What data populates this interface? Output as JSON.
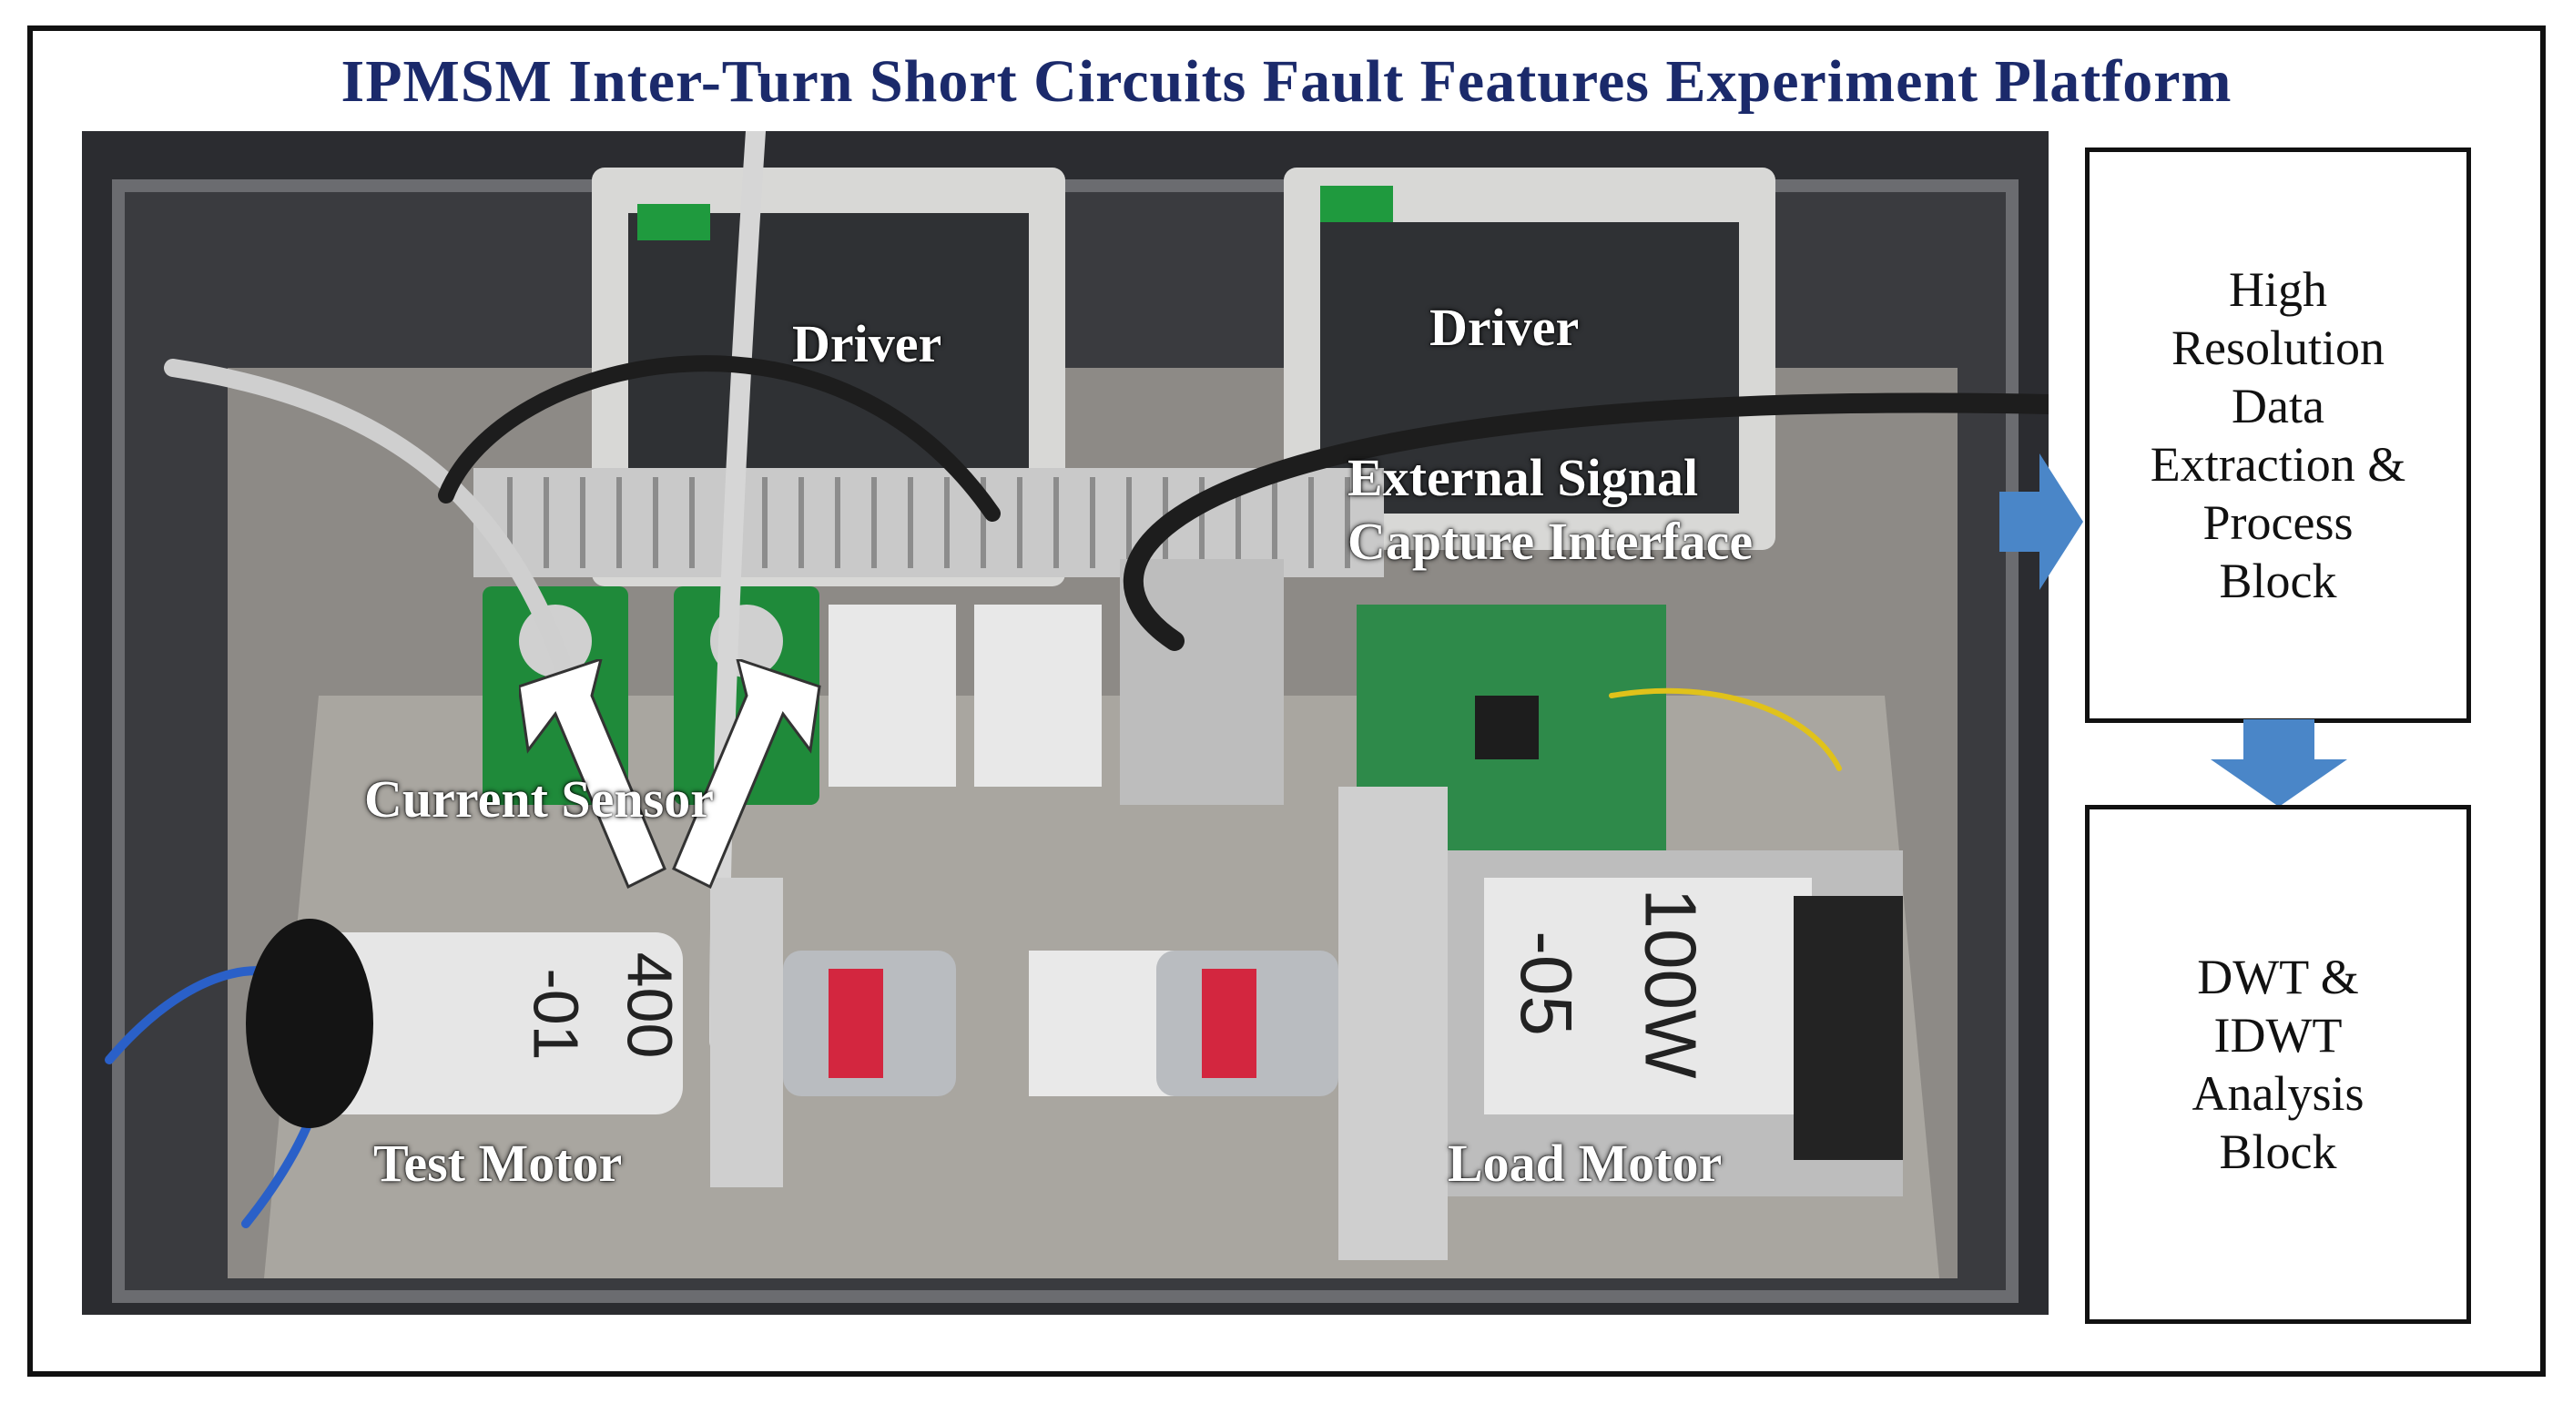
{
  "title": "IPMSM Inter-Turn Short Circuits Fault Features Experiment Platform",
  "photo_labels": {
    "driver_left": "Driver",
    "driver_right": "Driver",
    "external_line1": "External Signal",
    "external_line2": "Capture Interface",
    "current_sensor": "Current Sensor",
    "test_motor": "Test Motor",
    "load_motor": "Load Motor",
    "test_motor_tag_line1": "400",
    "test_motor_tag_line2": "-01",
    "load_motor_tag_line1": "100W",
    "load_motor_tag_line2": "-05"
  },
  "blocks": {
    "extraction": [
      "High",
      "Resolution",
      "Data",
      "Extraction &",
      "Process",
      "Block"
    ],
    "analysis": [
      "DWT &",
      "IDWT",
      "Analysis",
      "Block"
    ]
  },
  "colors": {
    "title": "#1b2a6b",
    "arrow": "#4a86c8"
  }
}
